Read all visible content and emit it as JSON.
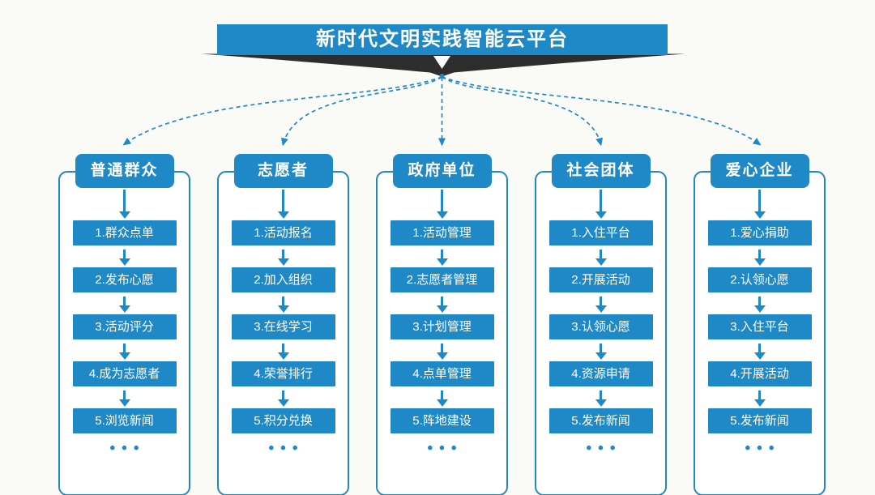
{
  "colors": {
    "accent": "#1f88c6",
    "ribbon": "#2d2d2d",
    "background": "#fafaf7",
    "text_on_accent": "#ffffff"
  },
  "banner": {
    "title": "新时代文明实践智能云平台"
  },
  "columns": [
    {
      "header": "普通群众",
      "steps": [
        "1.群众点单",
        "2.发布心愿",
        "3.活动评分",
        "4.成为志愿者",
        "5.浏览新闻"
      ],
      "ellipsis": "•••"
    },
    {
      "header": "志愿者",
      "steps": [
        "1.活动报名",
        "2.加入组织",
        "3.在线学习",
        "4.荣誉排行",
        "5.积分兑换"
      ],
      "ellipsis": "•••"
    },
    {
      "header": "政府单位",
      "steps": [
        "1.活动管理",
        "2.志愿者管理",
        "3.计划管理",
        "4.点单管理",
        "5.阵地建设"
      ],
      "ellipsis": "•••"
    },
    {
      "header": "社会团体",
      "steps": [
        "1.入住平台",
        "2.开展活动",
        "3.认领心愿",
        "4.资源申请",
        "5.发布新闻"
      ],
      "ellipsis": "•••"
    },
    {
      "header": "爱心企业",
      "steps": [
        "1.爱心捐助",
        "2.认领心愿",
        "3.入住平台",
        "4.开展活动",
        "5.发布新闻"
      ],
      "ellipsis": "•••"
    }
  ]
}
